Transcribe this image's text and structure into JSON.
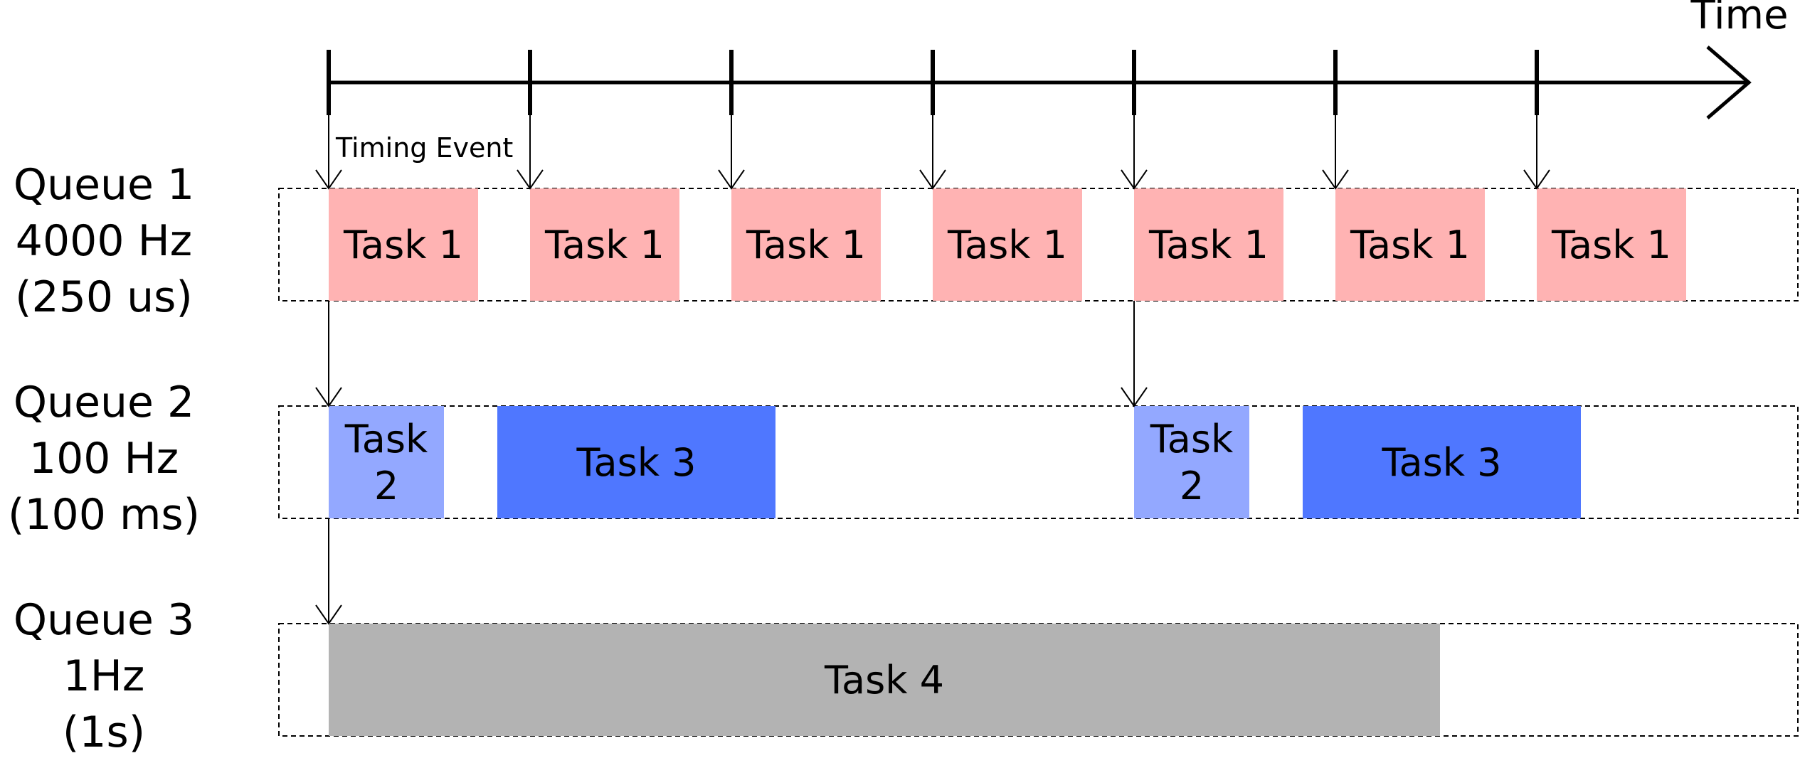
{
  "axis": {
    "label": "Time",
    "tick_count": 7
  },
  "annotation": {
    "timing_event": "Timing Event"
  },
  "queues": [
    {
      "line1": "Queue 1",
      "line2": "4000 Hz",
      "line3": "(250 us)",
      "tasks": [
        {
          "lines": [
            "Task 1"
          ],
          "color": "#ffb3b3"
        },
        {
          "lines": [
            "Task 1"
          ],
          "color": "#ffb3b3"
        },
        {
          "lines": [
            "Task 1"
          ],
          "color": "#ffb3b3"
        },
        {
          "lines": [
            "Task 1"
          ],
          "color": "#ffb3b3"
        },
        {
          "lines": [
            "Task 1"
          ],
          "color": "#ffb3b3"
        },
        {
          "lines": [
            "Task 1"
          ],
          "color": "#ffb3b3"
        },
        {
          "lines": [
            "Task 1"
          ],
          "color": "#ffb3b3"
        }
      ]
    },
    {
      "line1": "Queue 2",
      "line2": "100 Hz",
      "line3": "(100 ms)",
      "tasks": [
        {
          "lines": [
            "Task",
            "2"
          ],
          "color": "#93a8ff"
        },
        {
          "lines": [
            "Task 3"
          ],
          "color": "#4f77ff"
        },
        {
          "lines": [
            "Task",
            "2"
          ],
          "color": "#93a8ff"
        },
        {
          "lines": [
            "Task 3"
          ],
          "color": "#4f77ff"
        }
      ]
    },
    {
      "line1": "Queue 3",
      "line2": "1Hz",
      "line3": "(1s)",
      "tasks": [
        {
          "lines": [
            "Task 4"
          ],
          "color": "#b3b3b3"
        }
      ]
    }
  ]
}
